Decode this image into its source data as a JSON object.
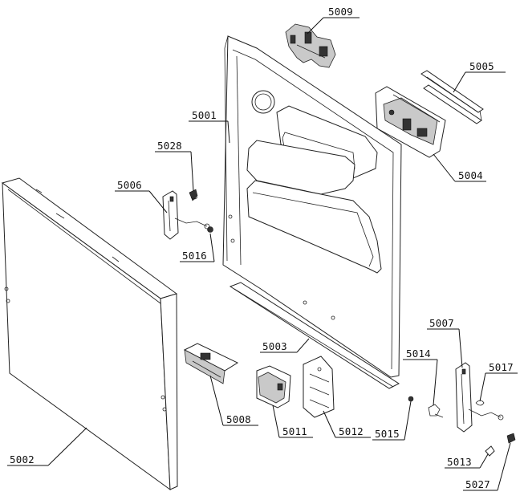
{
  "labels": {
    "p5001": "5001",
    "p5002": "5002",
    "p5003": "5003",
    "p5004": "5004",
    "p5005": "5005",
    "p5006": "5006",
    "p5007": "5007",
    "p5008": "5008",
    "p5009": "5009",
    "p5011": "5011",
    "p5012": "5012",
    "p5013": "5013",
    "p5014": "5014",
    "p5015": "5015",
    "p5016": "5016",
    "p5017": "5017",
    "p5027": "5027",
    "p5028": "5028"
  }
}
